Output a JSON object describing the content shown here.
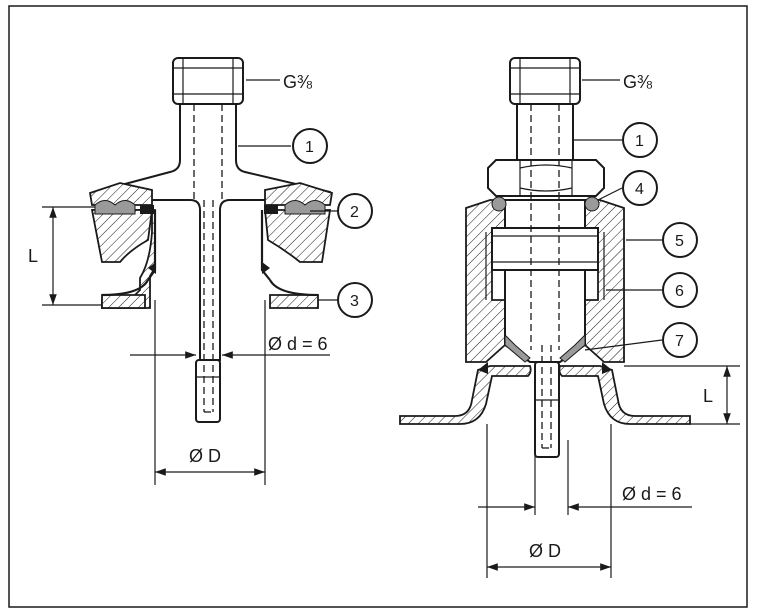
{
  "colors": {
    "line": "#1a1a1a",
    "background": "#ffffff",
    "seal": "#9a9a9a"
  },
  "left": {
    "thread": "G⅜",
    "callouts": [
      "1",
      "2",
      "3"
    ],
    "dim_d": "Ø d = 6",
    "dim_D": "Ø D",
    "dim_L": "L"
  },
  "right": {
    "thread": "G⅜",
    "callouts": [
      "1",
      "4",
      "5",
      "6",
      "7"
    ],
    "dim_d": "Ø d = 6",
    "dim_D": "Ø D",
    "dim_L": "L"
  }
}
